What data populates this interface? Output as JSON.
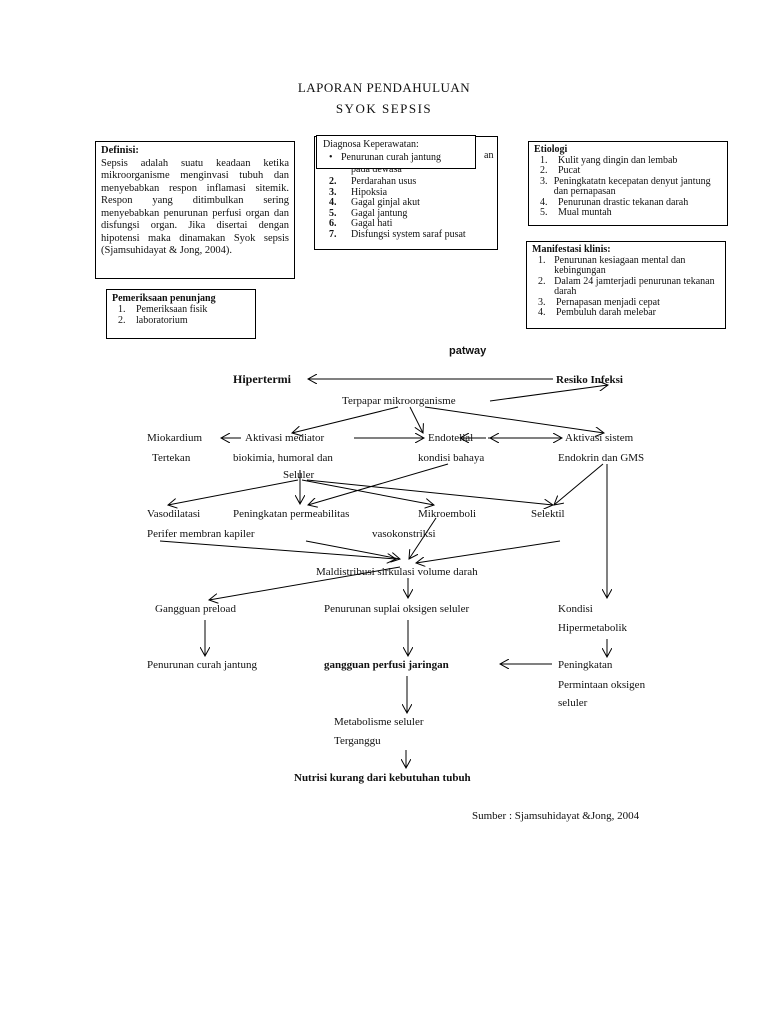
{
  "header": {
    "title_line1": "LAPORAN PENDAHULUAN",
    "title_line2": "SYOK  SEPSIS"
  },
  "definisi": {
    "heading": "Definisi:",
    "body": "Sepsis adalah suatu keadaan ketika mikroorganisme menginvasi tubuh dan menyebabkan respon inflamasi sitemik. Respon yang ditimbulkan sering menyebabkan penurunan perfusi organ dan disfungsi organ. Jika disertai dengan hipotensi maka dinamakan Syok sepsis (Sjamsuhidayat & Jong, 2004)."
  },
  "diagnosa": {
    "heading": "Diagnosa Keperawatan:",
    "bullet": "Penurunan curah jantung",
    "hidden_partial_line1": "an",
    "hidden_partial_line2": "pada dewasa",
    "items": [
      {
        "n": "2.",
        "text": "Perdarahan usus"
      },
      {
        "n": "3.",
        "text": "Hipoksia"
      },
      {
        "n": "4.",
        "text": "Gagal ginjal akut"
      },
      {
        "n": "5.",
        "text": "Gagal jantung"
      },
      {
        "n": "6.",
        "text": "Gagal hati"
      },
      {
        "n": "7.",
        "text": "Disfungsi system saraf pusat"
      }
    ]
  },
  "etiologi": {
    "heading": "Etiologi",
    "items": [
      {
        "n": "1.",
        "text": "Kulit yang dingin dan lembab"
      },
      {
        "n": "2.",
        "text": "Pucat"
      },
      {
        "n": "3.",
        "text": "Peningkatatn kecepatan denyut jantung dan pernapasan"
      },
      {
        "n": "4.",
        "text": "Penurunan drastic tekanan darah"
      },
      {
        "n": "5.",
        "text": "Mual muntah"
      }
    ]
  },
  "manifestasi": {
    "heading": "Manifestasi klinis:",
    "items": [
      {
        "n": "1.",
        "text": "Penurunan kesiagaan mental dan kebingungan"
      },
      {
        "n": "2.",
        "text": "Dalam 24 jamterjadi penurunan tekanan darah"
      },
      {
        "n": "3.",
        "text": "Pernapasan menjadi cepat"
      },
      {
        "n": "4.",
        "text": "Pembuluh darah melebar"
      }
    ]
  },
  "pemeriksaan": {
    "heading": "Pemeriksaan penunjang",
    "items": [
      {
        "n": "1.",
        "text": "Pemeriksaan fisik"
      },
      {
        "n": "2.",
        "text": "laboratorium"
      }
    ]
  },
  "pathway": {
    "title": "patway",
    "hipertermi": "Hipertermi",
    "resiko_infeksi": "Resiko Infeksi",
    "terpapar": "Terpapar  mikroorganisme",
    "miokardium": "Miokardium",
    "tertekan": "Tertekan",
    "aktivasi_mediator": "Aktivasi mediator",
    "biokimia": "biokimia, humoral dan",
    "seluler": "Seluler",
    "endotelial": "Endotelial",
    "kondisi_bahaya": "kondisi bahaya",
    "aktivasi_sistem": "Aktivasi sistem",
    "endokrin": "Endokrin dan GMS",
    "vasodilatasi": "Vasodilatasi",
    "perifer": "Perifer membran kapiler",
    "peningkatan_perm": "Peningkatan permeabilitas",
    "mikroemboli": "Mikroemboli",
    "vasokonstriksi": "vasokonstriksi",
    "selektil": "Selektil",
    "maldistribusi": "Maldistribusi sirkulasi volume darah",
    "gangguan_preload": "Gangguan preload",
    "penurunan_suplai": "Penurunan suplai oksigen seluler",
    "kondisi": "Kondisi",
    "hipermetabolik": "Hipermetabolik",
    "penurunan_curah": "Penurunan curah jantung",
    "gangguan_perfusi": "gangguan perfusi jaringan",
    "peningkatan": "Peningkatan",
    "permintaan": "Permintaan oksigen",
    "seluler2": "seluler",
    "metabolisme": "Metabolisme seluler",
    "terganggu": "Terganggu",
    "nutrisi": "Nutrisi kurang dari kebutuhan tubuh"
  },
  "sumber": "Sumber : Sjamsuhidayat &Jong, 2004"
}
